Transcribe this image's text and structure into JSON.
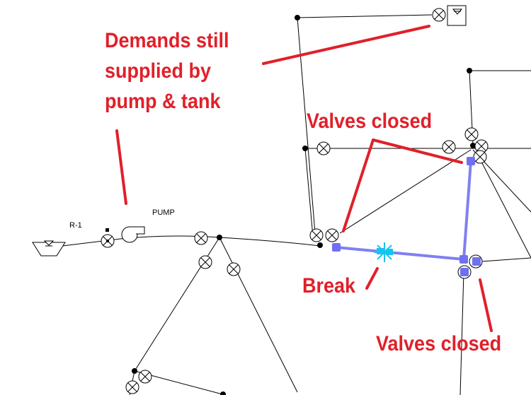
{
  "annotations": {
    "demands_line1": "Demands still",
    "demands_line2": "supplied by",
    "demands_line3": "pump & tank",
    "valves_closed_top": "Valves closed",
    "break": "Break",
    "valves_closed_bottom": "Valves closed"
  },
  "labels": {
    "reservoir": "R-1",
    "pump": "PUMP"
  },
  "colors": {
    "annotation": "#e0202a",
    "highlighted_pipe": "#8080f0",
    "highlight_node": "#7070f0",
    "break_marker": "#19c3f0",
    "pipe": "#000000"
  },
  "icons": {
    "valve": "circle-x-valve-icon",
    "tank": "tank-icon",
    "reservoir": "reservoir-icon",
    "pump": "pump-icon",
    "break": "break-star-icon"
  }
}
